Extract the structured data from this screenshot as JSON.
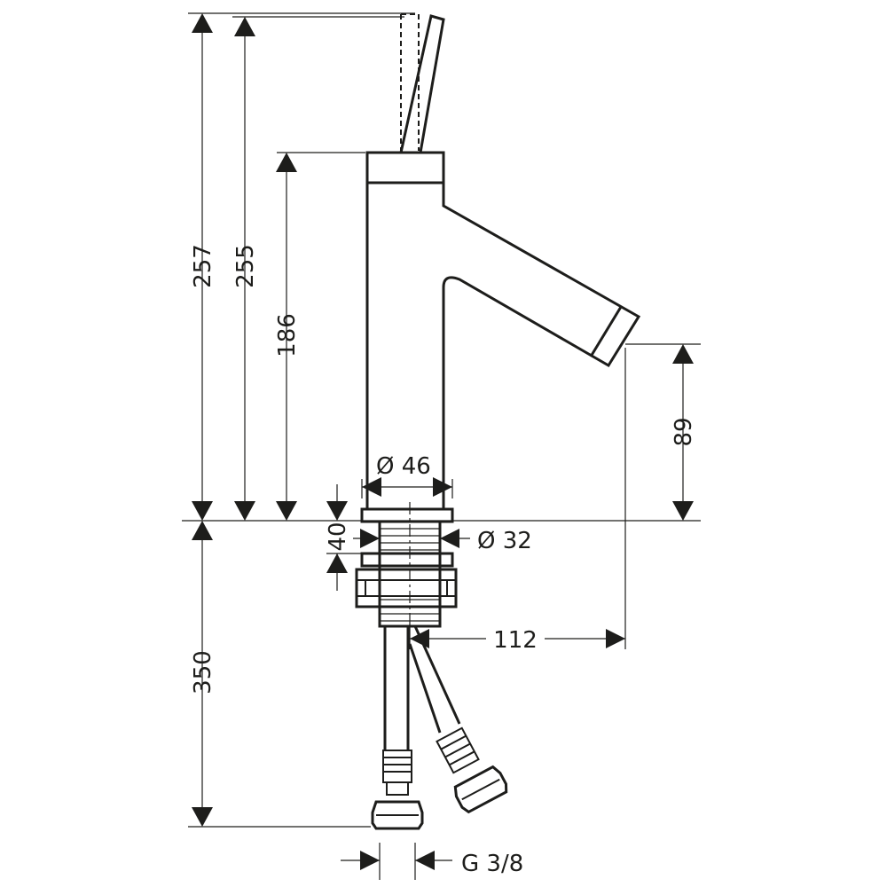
{
  "dimensions": {
    "overall_height": "257",
    "lever_height": "255",
    "body_height": "186",
    "spout_clearance": "89",
    "body_diameter": "Ø 46",
    "thread_diameter": "Ø 32",
    "deck_thickness": "40",
    "spout_reach": "112",
    "hose_length": "350",
    "connection_thread": "G 3/8"
  }
}
